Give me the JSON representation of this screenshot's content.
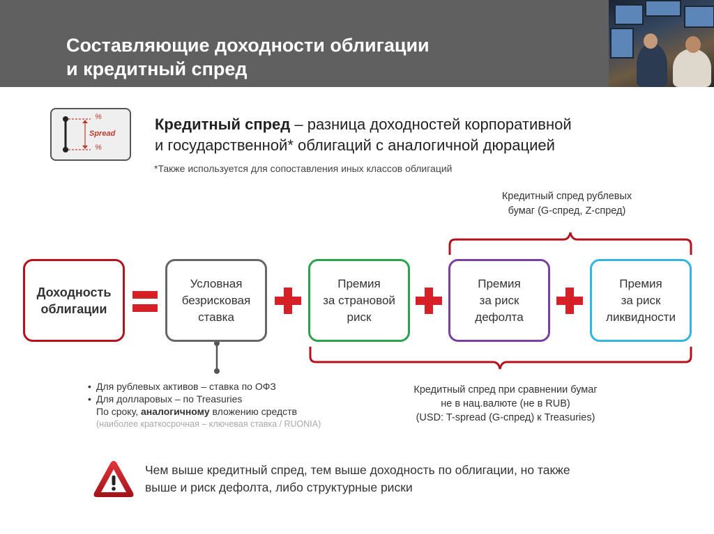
{
  "title": {
    "line1": "Составляющие доходности облигации",
    "line2": "и кредитный спред"
  },
  "spread_icon": {
    "top_mark": "%",
    "bottom_mark": "%",
    "label": "Spread"
  },
  "definition": {
    "term": "Кредитный спред",
    "rest1": " – разница доходностей корпоративной",
    "line2": "и государственной* облигаций с аналогичной дюрацией"
  },
  "footnote": "*Также используется для сопоставления иных классов облигаций",
  "boxes": {
    "yield": {
      "line1": "Доходность",
      "line2": "облигации"
    },
    "riskfree": {
      "line1": "Условная",
      "line2": "безрисковая",
      "line3": "ставка"
    },
    "country": {
      "line1": "Премия",
      "line2": "за страновой",
      "line3": "риск"
    },
    "default": {
      "line1": "Премия",
      "line2": "за риск",
      "line3": "дефолта"
    },
    "liquidity": {
      "line1": "Премия",
      "line2": "за риск",
      "line3": "ликвидности"
    }
  },
  "top_brace_label": {
    "line1": "Кредитный спред рублевых",
    "line2": "бумаг (G-спред, Z-спред)"
  },
  "bottom_brace_label": {
    "line1": "Кредитный спред при сравнении бумаг",
    "line2": "не в нац.валюте (не в RUB)",
    "line3": "(USD: T-spread (G-спред) к Treasuries)"
  },
  "riskfree_notes": {
    "item1": "Для рублевых активов – ставка по ОФЗ",
    "item2": "Для долларовых – по Treasuries",
    "line3_a": "По сроку, ",
    "line3_b": "аналогичному",
    "line3_c": " вложению средств",
    "line4": "(наиболее краткосрочная – ключевая ставка / RUONIA)"
  },
  "warning": {
    "line1": "Чем выше кредитный спред, тем выше доходность по облигации, но также",
    "line2": "выше и риск дефолта, либо структурные риски"
  },
  "colors": {
    "accent_red": "#d62027",
    "yield_border": "#b5121b",
    "riskfree_border": "#666666",
    "country_border": "#2aa34a",
    "default_border": "#7b3fa3",
    "liquidity_border": "#33b5e0",
    "header_bg": "#606060"
  }
}
